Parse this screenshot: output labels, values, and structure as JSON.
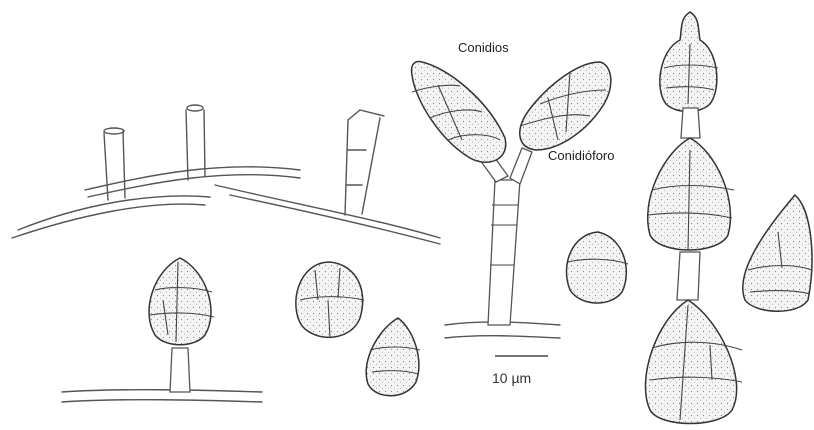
{
  "labels": {
    "conidia": "Conidios",
    "conidiophore": "Conidióforo"
  },
  "scale_bar": {
    "label": "10 µm"
  },
  "colors": {
    "line": "#444444",
    "background": "#ffffff"
  }
}
